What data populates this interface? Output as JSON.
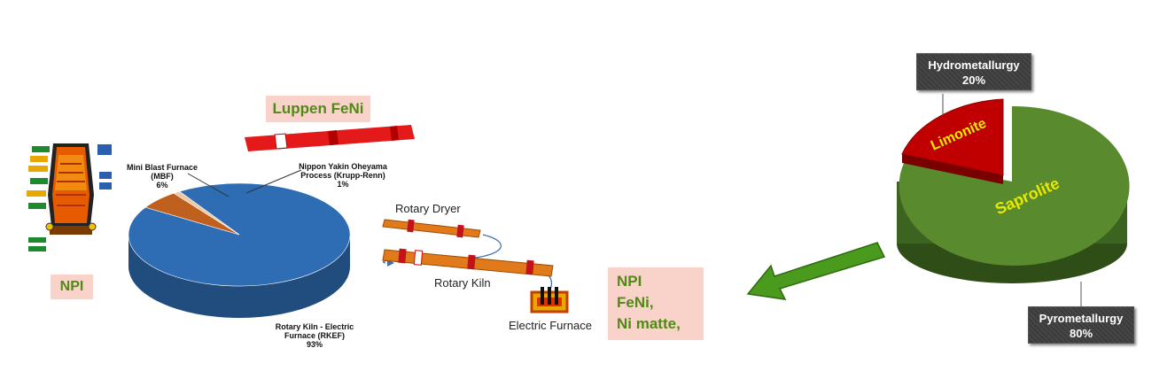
{
  "npi_furnace": {
    "label": "NPI"
  },
  "luppen": {
    "label": "Luppen FeNi"
  },
  "process_pie": {
    "slices": [
      {
        "name": "Rotary Kiln - Electric Furnace (RKEF)",
        "line1": "Rotary Kiln  - Electric",
        "line2": "Furnace (RKEF)",
        "value_label": "93%",
        "value": 93,
        "color": "#2e6db4"
      },
      {
        "name": "Mini Blast Furnace (MBF)",
        "line1": "Mini Blast Furnace",
        "line2": "(MBF)",
        "value_label": "6%",
        "value": 6,
        "color": "#c0601e"
      },
      {
        "name": "Nippon Yakin Oheyama Process (Krupp-Renn)",
        "line1": "Nippon Yakin Oheyama",
        "line2": "Process (Krupp-Renn)",
        "value_label": "1%",
        "value": 1,
        "color": "#f0c8a0"
      }
    ]
  },
  "rkef_process": {
    "dryer_label": "Rotary Dryer",
    "kiln_label": "Rotary Kiln",
    "furnace_label": "Electric Furnace"
  },
  "products_box": {
    "line1": "NPI",
    "line2": "FeNi,",
    "line3": "Ni matte,"
  },
  "ore_pie": {
    "slices": [
      {
        "name": "Saprolite",
        "value": 80,
        "color": "#5a8a2e"
      },
      {
        "name": "Limonite",
        "value": 20,
        "color": "#c00000"
      }
    ],
    "hydro_callout": {
      "line1": "Hydrometallurgy",
      "line2": "20%"
    },
    "pyro_callout": {
      "line1": "Pyrometallurgy",
      "line2": "80%"
    }
  },
  "colors": {
    "arrow": "#4a9a1e",
    "kiln": "#e14a00",
    "pink_box": "#f9d3c9",
    "product_text": "#4f8a14"
  }
}
